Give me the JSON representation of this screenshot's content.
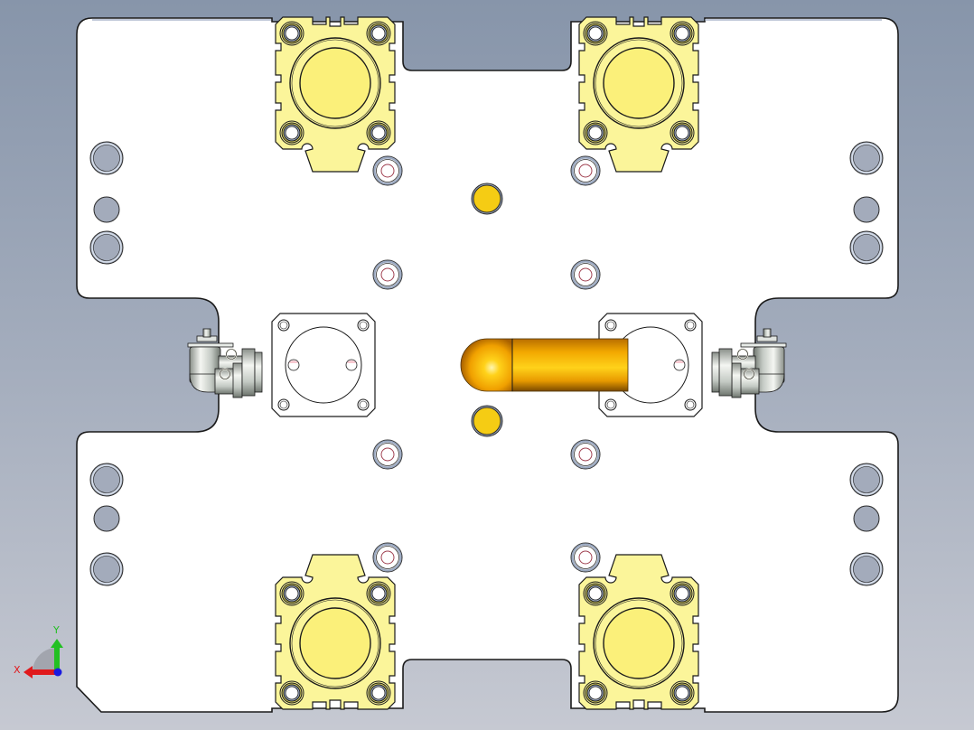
{
  "viewport": {
    "kind": "cad-3d-viewport",
    "view": "front (XY plane)",
    "background_top": "#8795aa",
    "background_bottom": "#c6c9d2"
  },
  "model": {
    "base_plate": {
      "color": "#ffffff",
      "edge": "#1a1a1a"
    },
    "cylinder_color": "#fbf59a",
    "cylinder_bore_color": "#fbf07a",
    "locator_pin_color": "#f5cc14",
    "tip_cylinder_color": "#f0b400",
    "fitting_color": "#c8ccc8",
    "hole_color": "#a3abbb",
    "components": [
      "top-left-cylinder",
      "top-right-cylinder",
      "bottom-left-cylinder",
      "bottom-right-cylinder",
      "left-flange",
      "right-flange",
      "center-push-rod",
      "upper-locating-pin",
      "lower-locating-pin",
      "left-air-fitting",
      "right-air-fitting"
    ]
  },
  "triad": {
    "x_label": "X",
    "y_label": "Y",
    "x_color": "#e0191c",
    "y_color": "#22c022",
    "z_color": "#1a1ae0"
  }
}
